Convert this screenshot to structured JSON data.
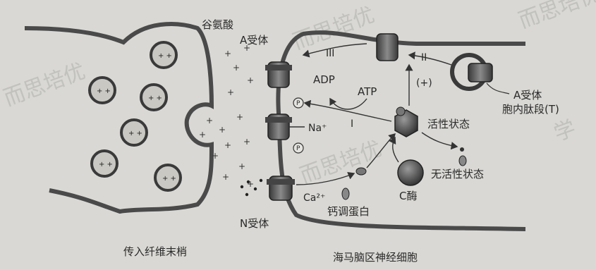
{
  "labels": {
    "glutamate": "谷氨酸",
    "a_receptor": "A受体",
    "adp": "ADP",
    "atp": "ATP",
    "step_i": "I",
    "step_ii": "II",
    "step_iii": "III",
    "plus": "(+)",
    "na": "Na⁺",
    "ca": "Ca²⁺",
    "p": "P",
    "active_state": "活性状态",
    "inactive_state": "无活性状态",
    "c_enzyme": "C酶",
    "calmodulin": "钙调蛋白",
    "n_receptor": "N受体",
    "a_receptor_intracellular_1": "A受体",
    "a_receptor_intracellular_2": "胞内肽段(T)",
    "presynaptic_terminal": "传入纤维末梢",
    "hippocampal_neuron": "海马脑区神经细胞"
  },
  "watermarks": [
    "而思培优",
    "而思培优",
    "而思培优",
    "而思培优",
    "学"
  ],
  "colors": {
    "background": "#d9d8d4",
    "ink": "#2a2a2a",
    "membrane": "#4a4a4a",
    "channel": "#555555"
  }
}
